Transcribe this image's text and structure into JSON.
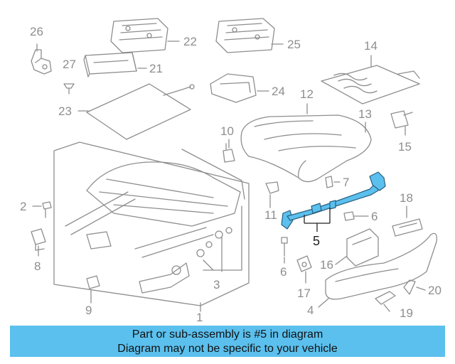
{
  "callouts": {
    "c1": "1",
    "c2": "2",
    "c3": "3",
    "c4": "4",
    "c5": "5",
    "c6a": "6",
    "c6b": "6",
    "c7": "7",
    "c8": "8",
    "c9": "9",
    "c10": "10",
    "c11": "11",
    "c12": "12",
    "c13": "13",
    "c14": "14",
    "c15": "15",
    "c16": "16",
    "c17": "17",
    "c18": "18",
    "c19": "19",
    "c20": "20",
    "c21": "21",
    "c22": "22",
    "c23": "23",
    "c24": "24",
    "c25": "25",
    "c26": "26",
    "c27": "27"
  },
  "banner": {
    "line1": "Part or sub-assembly is #5 in diagram",
    "line2": "Diagram may not be specific to your vehicle"
  },
  "colors": {
    "line": "#8e8e8e",
    "highlight_part": "#5bc0ee",
    "banner_bg": "#5bc0ee"
  }
}
